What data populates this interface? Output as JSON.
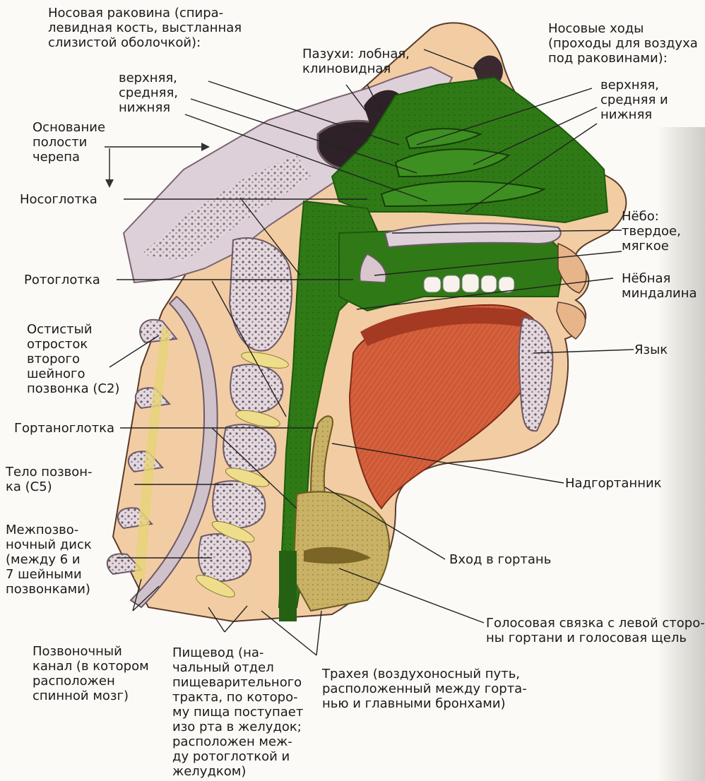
{
  "labels": {
    "concha": [
      "Носовая раковина (спира-",
      "левидная кость, выстланная",
      "слизистой оболочкой):"
    ],
    "concha_parts": [
      "верхняя,",
      "средняя,",
      "нижняя"
    ],
    "skull_base": [
      "Основание",
      "полости",
      "черепа"
    ],
    "sinuses": [
      "Пазухи: лобная,",
      "клиновидная"
    ],
    "passages": [
      "Носовые ходы",
      "(проходы для воздуха",
      "под раковинами):"
    ],
    "passages_parts": [
      "верхняя,",
      "средняя и",
      "нижняя"
    ],
    "nasopharynx": [
      "Носоглотка"
    ],
    "palate": [
      "Нёбо:",
      "твердое,",
      "мягкое"
    ],
    "oropharynx": [
      "Ротоглотка"
    ],
    "tonsil": [
      "Нёбная",
      "миндалина"
    ],
    "spinous": [
      "Остистый",
      "отросток",
      "второго",
      "шейного",
      "позвонка (С2)"
    ],
    "tongue": [
      "Язык"
    ],
    "laryngopharynx": [
      "Гортаноглотка"
    ],
    "vertebra_body": [
      "Тело позвон-",
      "ка (С5)"
    ],
    "epiglottis": [
      "Надгортанник"
    ],
    "disc": [
      "Межпозво-",
      "ночный диск",
      "(между 6 и",
      "7 шейными",
      "позвонками)"
    ],
    "larynx_entrance": [
      "Вход в гортань"
    ],
    "vocal_cord": [
      "Голосовая связка с левой сторо-",
      "ны гортани и голосовая щель"
    ],
    "spinal_canal": [
      "Позвоночный",
      "канал (в котором",
      "расположен",
      "спинной мозг)"
    ],
    "esophagus": [
      "Пищевод (на-",
      "чальный отдел",
      "пищеварительного",
      "тракта, по которо-",
      "му пища поступает",
      "изо рта в желудок;",
      "расположен меж-",
      "ду ротоглоткой и",
      "желудком)"
    ],
    "trachea": [
      "Трахея (воздухоносный путь,",
      "расположенный между горта-",
      "нью и главными бронхами)"
    ]
  },
  "colors": {
    "mucosa_green": "#2f7a16",
    "mucosa_dark": "#1d5a0c",
    "bone": "#ddd0d8",
    "bone_dark": "#8f7a87",
    "muscle": "#d8623e",
    "skin": "#f0c69a",
    "fat_yellow": "#e8d27a",
    "cartilage": "#c9b266",
    "leader": "#222222"
  }
}
